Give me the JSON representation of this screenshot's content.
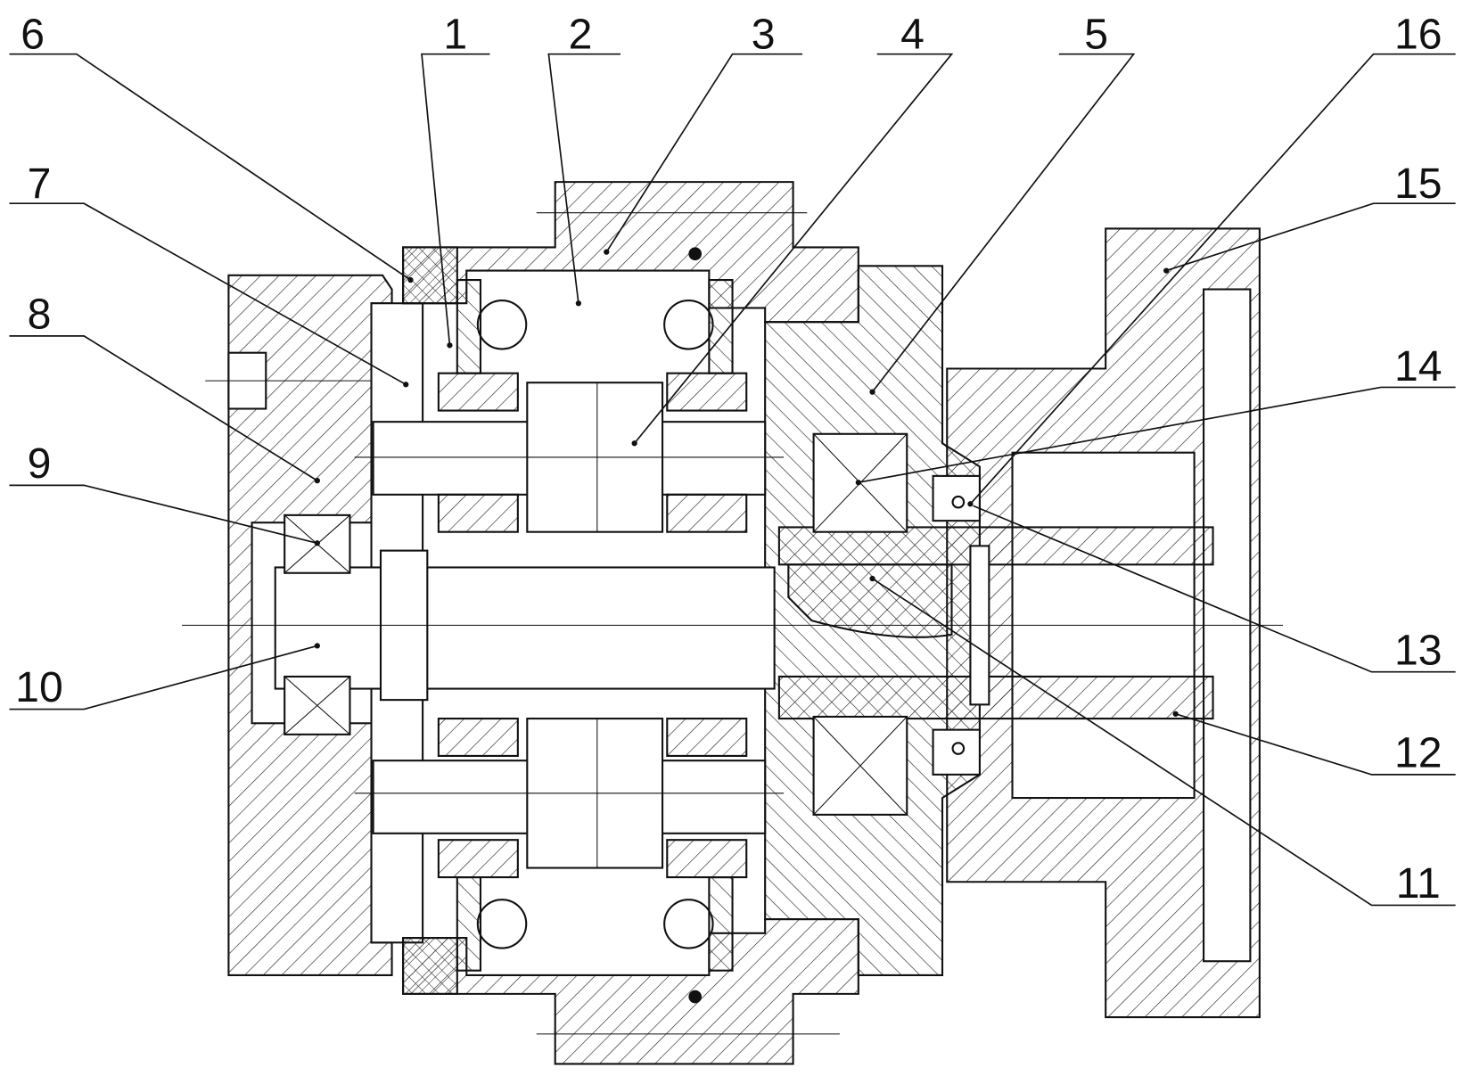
{
  "drawing": {
    "type": "mechanical cross-section",
    "callouts": [
      {
        "id": "6",
        "text": "6"
      },
      {
        "id": "1",
        "text": "1"
      },
      {
        "id": "2",
        "text": "2"
      },
      {
        "id": "3",
        "text": "3"
      },
      {
        "id": "4",
        "text": "4"
      },
      {
        "id": "5",
        "text": "5"
      },
      {
        "id": "16",
        "text": "16"
      },
      {
        "id": "7",
        "text": "7"
      },
      {
        "id": "15",
        "text": "15"
      },
      {
        "id": "8",
        "text": "8"
      },
      {
        "id": "14",
        "text": "14"
      },
      {
        "id": "9",
        "text": "9"
      },
      {
        "id": "10",
        "text": "10"
      },
      {
        "id": "13",
        "text": "13"
      },
      {
        "id": "12",
        "text": "12"
      },
      {
        "id": "11",
        "text": "11"
      }
    ]
  }
}
